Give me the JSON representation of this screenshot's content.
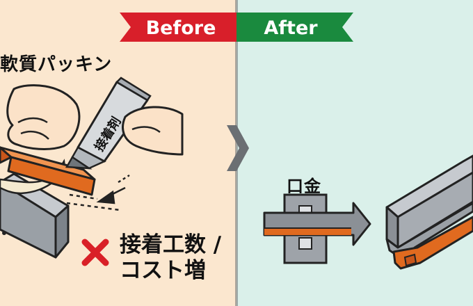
{
  "header": {
    "before_label": "Before",
    "after_label": "After",
    "before_color": "#d81f2a",
    "after_color": "#1a8a3e"
  },
  "before": {
    "gasket_label": "軟質パッキン",
    "tube_label": "接着剤",
    "problem_line1": "接着工数 /",
    "problem_line2": "コスト増",
    "problem_icon": "cross-icon"
  },
  "after": {
    "die_label": "口金"
  },
  "colors": {
    "gasket_orange": "#e06a1f",
    "metal_gray": "#8b9096",
    "cross_red": "#d92027"
  }
}
